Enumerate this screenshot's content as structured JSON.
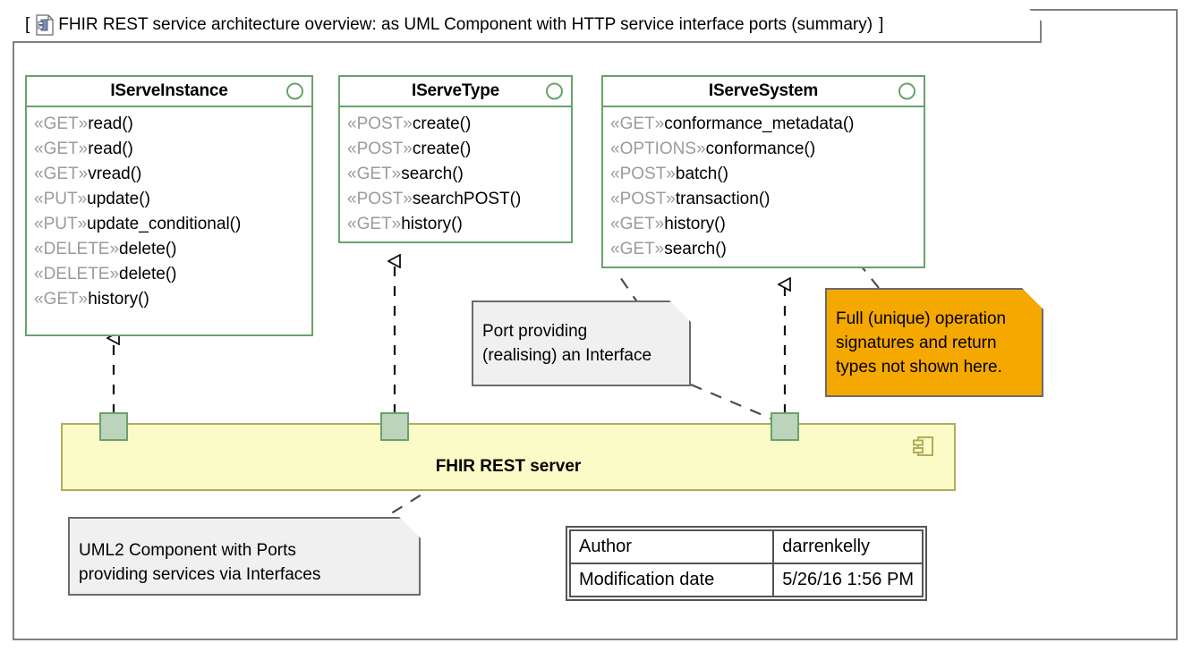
{
  "frame": {
    "bracket_open": "[",
    "bracket_close": "]",
    "icon": "component-document-icon",
    "title": "FHIR REST service architecture overview: as UML Component with HTTP service interface ports (summary)"
  },
  "interfaces": [
    {
      "name": "IServeInstance",
      "icon": "interface-lollipop-icon",
      "operations": [
        {
          "stereotype": "«GET»",
          "name": "read()"
        },
        {
          "stereotype": "«GET»",
          "name": "read()"
        },
        {
          "stereotype": "«GET»",
          "name": "vread()"
        },
        {
          "stereotype": "«PUT»",
          "name": "update()"
        },
        {
          "stereotype": "«PUT»",
          "name": "update_conditional()"
        },
        {
          "stereotype": "«DELETE»",
          "name": "delete()"
        },
        {
          "stereotype": "«DELETE»",
          "name": "delete()"
        },
        {
          "stereotype": "«GET»",
          "name": "history()"
        }
      ]
    },
    {
      "name": "IServeType",
      "icon": "interface-lollipop-icon",
      "operations": [
        {
          "stereotype": "«POST»",
          "name": "create()"
        },
        {
          "stereotype": "«POST»",
          "name": "create()"
        },
        {
          "stereotype": "«GET»",
          "name": "search()"
        },
        {
          "stereotype": "«POST»",
          "name": "searchPOST()"
        },
        {
          "stereotype": "«GET»",
          "name": "history()"
        }
      ]
    },
    {
      "name": "IServeSystem",
      "icon": "interface-lollipop-icon",
      "operations": [
        {
          "stereotype": "«GET»",
          "name": "conformance_metadata()"
        },
        {
          "stereotype": "«OPTIONS»",
          "name": "conformance()"
        },
        {
          "stereotype": "«POST»",
          "name": "batch()"
        },
        {
          "stereotype": "«POST»",
          "name": "transaction()"
        },
        {
          "stereotype": "«GET»",
          "name": "history()"
        },
        {
          "stereotype": "«GET»",
          "name": "search()"
        }
      ]
    }
  ],
  "notes": {
    "port_note": "Port providing\n(realising) an Interface",
    "signature_note": "Full (unique) operation\nsignatures and return\ntypes not shown here.",
    "component_note": "UML2 Component with Ports\nproviding services via Interfaces"
  },
  "component": {
    "label": "FHIR REST server",
    "icon": "uml-component-icon",
    "ports": [
      {
        "name": "port-iserveinstance"
      },
      {
        "name": "port-iservetype"
      },
      {
        "name": "port-iservesystem"
      }
    ]
  },
  "info_table": {
    "rows": [
      {
        "key": "Author",
        "value": "darrenkelly"
      },
      {
        "key": "Modification date",
        "value": "5/26/16 1:56 PM"
      }
    ]
  },
  "colors": {
    "interface_green": "#6aa26a",
    "component_fill": "#fbfbc8",
    "component_border": "#b0ac5a",
    "port_fill": "#bcd4bc",
    "note_grey": "#f0f0f0",
    "note_orange": "#f5a800",
    "stereotype_grey": "#9b9b9b",
    "frame_border": "#808080"
  }
}
